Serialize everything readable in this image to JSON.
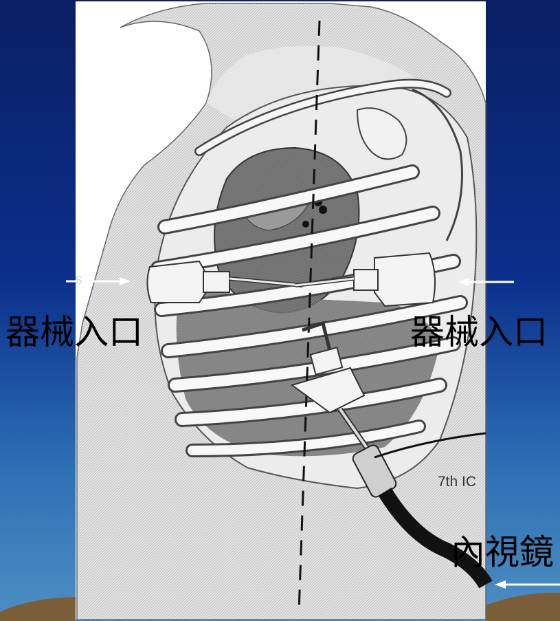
{
  "labels": {
    "left_port": "器械入口",
    "right_port": "器械入口",
    "endoscope": "內視鏡"
  },
  "illustration": {
    "intercostal_text": "7th IC",
    "partial_text_left": "s"
  },
  "colors": {
    "background_top": "#0a1f63",
    "background_bottom": "#4d8fc2",
    "paper": "#ffffff",
    "arrow": "#ffffff"
  }
}
